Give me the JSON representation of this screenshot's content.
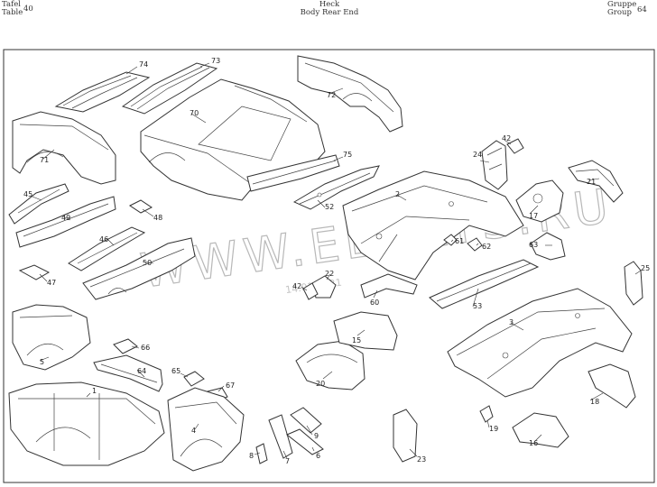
{
  "header": {
    "left": [
      "Tafel",
      "Table"
    ],
    "tafel_number": "40",
    "center": [
      "Heck",
      "Body Rear End"
    ],
    "right": [
      "Gruppe",
      "Group"
    ],
    "group_number": "64"
  },
  "watermark": {
    "text": "WWW.ELCATS.RU",
    "code": "14.01.2021"
  },
  "parts": [
    {
      "num": "1"
    },
    {
      "num": "2"
    },
    {
      "num": "3"
    },
    {
      "num": "4"
    },
    {
      "num": "5"
    },
    {
      "num": "6"
    },
    {
      "num": "7"
    },
    {
      "num": "8"
    },
    {
      "num": "9"
    },
    {
      "num": "15"
    },
    {
      "num": "16"
    },
    {
      "num": "17"
    },
    {
      "num": "18"
    },
    {
      "num": "19"
    },
    {
      "num": "20"
    },
    {
      "num": "21"
    },
    {
      "num": "22"
    },
    {
      "num": "23"
    },
    {
      "num": "24"
    },
    {
      "num": "25"
    },
    {
      "num": "42"
    },
    {
      "num": "42"
    },
    {
      "num": "45"
    },
    {
      "num": "46"
    },
    {
      "num": "47"
    },
    {
      "num": "48"
    },
    {
      "num": "49"
    },
    {
      "num": "50"
    },
    {
      "num": "52"
    },
    {
      "num": "53"
    },
    {
      "num": "60"
    },
    {
      "num": "61"
    },
    {
      "num": "62"
    },
    {
      "num": "63"
    },
    {
      "num": "64"
    },
    {
      "num": "65"
    },
    {
      "num": "66"
    },
    {
      "num": "67"
    },
    {
      "num": "70"
    },
    {
      "num": "71"
    },
    {
      "num": "72"
    },
    {
      "num": "73"
    },
    {
      "num": "74"
    },
    {
      "num": "75"
    }
  ]
}
